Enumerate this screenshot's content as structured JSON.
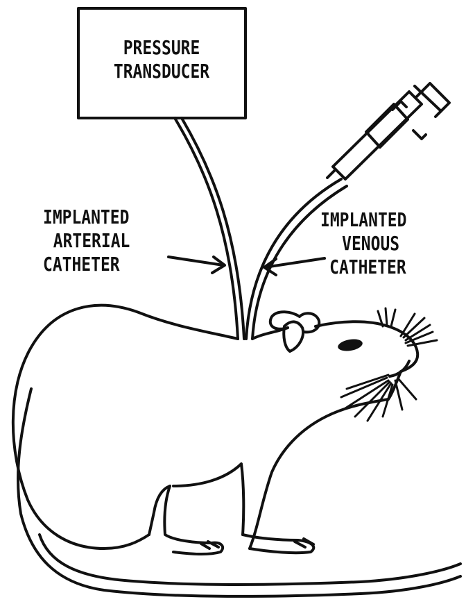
{
  "transducer": {
    "line1": "PRESSURE",
    "line2": "TRANSDUCER"
  },
  "arterial": {
    "line1": "IMPLANTED",
    "line2": "ARTERIAL",
    "line3": "CATHETER"
  },
  "venous": {
    "line1": "IMPLANTED",
    "line2": "VENOUS",
    "line3": "CATHETER"
  },
  "colors": {
    "ink": "#111111",
    "paper": "#ffffff"
  }
}
